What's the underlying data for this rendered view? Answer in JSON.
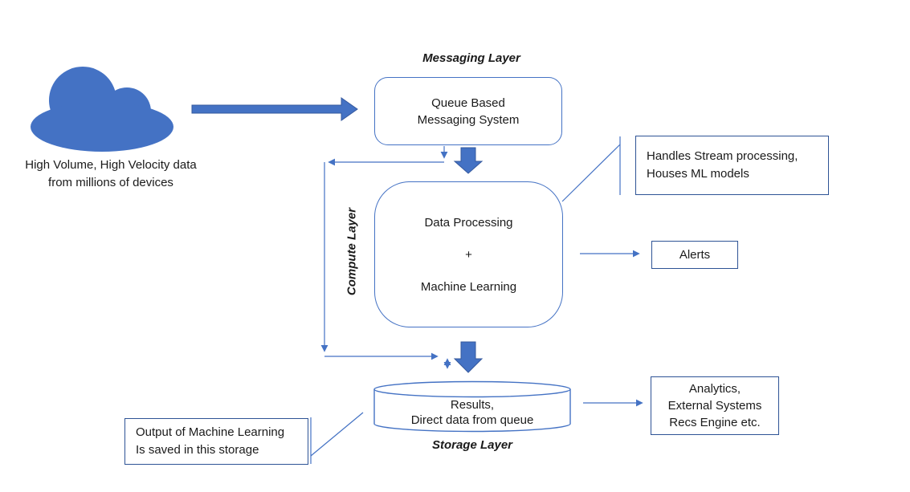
{
  "source": {
    "line1": "High Volume, High Velocity data",
    "line2": "from millions of devices"
  },
  "messaging": {
    "layer": "Messaging Layer",
    "box1": "Queue Based",
    "box2": "Messaging System"
  },
  "compute": {
    "layer": "Compute Layer",
    "line1": "Data Processing",
    "plus": "+",
    "line2": "Machine Learning"
  },
  "storage": {
    "layer": "Storage Layer",
    "line1": "Results,",
    "line2": "Direct data from queue"
  },
  "notes": {
    "compute1": "Handles Stream processing,",
    "compute2": "Houses ML models",
    "storage1": "Output of Machine Learning",
    "storage2": "Is saved in this storage"
  },
  "outputs": {
    "alerts": "Alerts",
    "analytics1": "Analytics,",
    "analytics2": "External Systems",
    "analytics3": "Recs Engine etc."
  },
  "colors": {
    "shape_blue": "#4472C4",
    "dark_border": "#2E5395"
  }
}
